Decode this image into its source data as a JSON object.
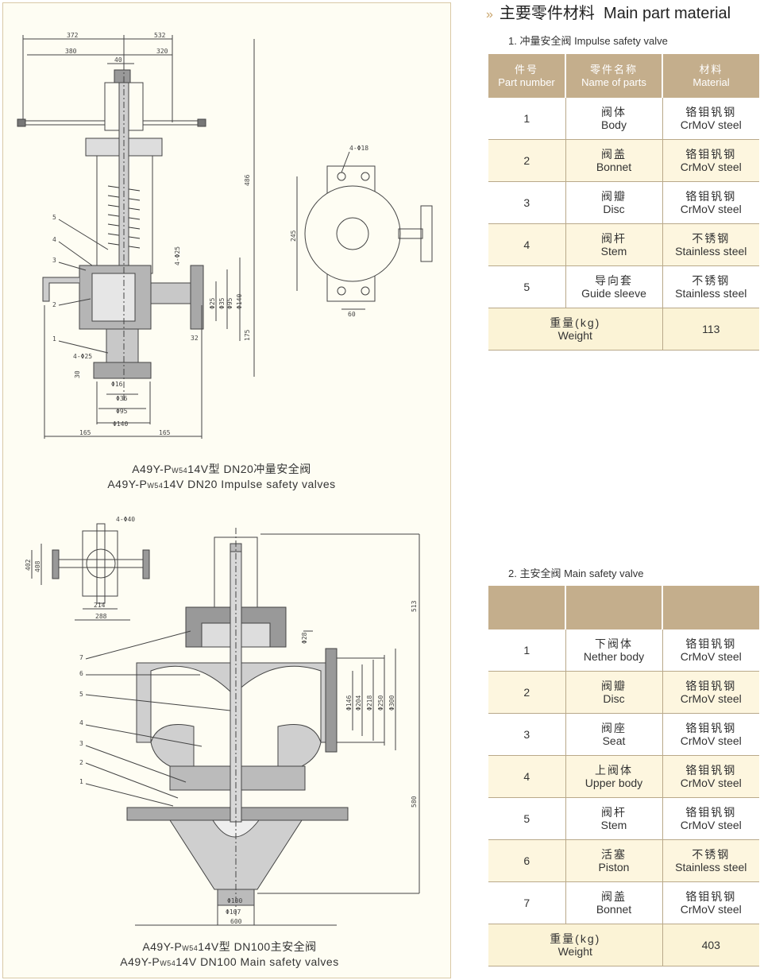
{
  "heading": {
    "zh": "主要零件材料",
    "en": "Main part material"
  },
  "impulse": {
    "subtitle": "1. 冲量安全阀  Impulse safety valve",
    "headers": {
      "number_zh": "件号",
      "number_en": "Part number",
      "name_zh": "零件名称",
      "name_en": "Name of parts",
      "material_zh": "材料",
      "material_en": "Material"
    },
    "rows": [
      {
        "no": "1",
        "name_zh": "阀体",
        "name_en": "Body",
        "mat_zh": "铬钼钒钢",
        "mat_en": "CrMoV steel"
      },
      {
        "no": "2",
        "name_zh": "阀盖",
        "name_en": "Bonnet",
        "mat_zh": "铬钼钒钢",
        "mat_en": "CrMoV steel"
      },
      {
        "no": "3",
        "name_zh": "阀瓣",
        "name_en": "Disc",
        "mat_zh": "铬钼钒钢",
        "mat_en": "CrMoV steel"
      },
      {
        "no": "4",
        "name_zh": "阀杆",
        "name_en": "Stem",
        "mat_zh": "不锈钢",
        "mat_en": "Stainless steel"
      },
      {
        "no": "5",
        "name_zh": "导向套",
        "name_en": "Guide sleeve",
        "mat_zh": "不锈钢",
        "mat_en": "Stainless steel"
      }
    ],
    "weight_zh": "重量(kg)",
    "weight_en": "Weight",
    "weight_value": "113"
  },
  "main": {
    "subtitle": "2. 主安全阀  Main safety valve",
    "rows": [
      {
        "no": "1",
        "name_zh": "下阀体",
        "name_en": "Nether body",
        "mat_zh": "铬钼钒钢",
        "mat_en": "CrMoV steel"
      },
      {
        "no": "2",
        "name_zh": "阀瓣",
        "name_en": "Disc",
        "mat_zh": "铬钼钒钢",
        "mat_en": "CrMoV steel"
      },
      {
        "no": "3",
        "name_zh": "阀座",
        "name_en": "Seat",
        "mat_zh": "铬钼钒钢",
        "mat_en": "CrMoV steel"
      },
      {
        "no": "4",
        "name_zh": "上阀体",
        "name_en": "Upper body",
        "mat_zh": "铬钼钒钢",
        "mat_en": "CrMoV steel"
      },
      {
        "no": "5",
        "name_zh": "阀杆",
        "name_en": "Stem",
        "mat_zh": "铬钼钒钢",
        "mat_en": "CrMoV steel"
      },
      {
        "no": "6",
        "name_zh": "活塞",
        "name_en": "Piston",
        "mat_zh": "不锈钢",
        "mat_en": "Stainless steel"
      },
      {
        "no": "7",
        "name_zh": "阀盖",
        "name_en": "Bonnet",
        "mat_zh": "铬钼钒钢",
        "mat_en": "CrMoV steel"
      }
    ],
    "weight_zh": "重量(kg)",
    "weight_en": "Weight",
    "weight_value": "403"
  },
  "caption1": {
    "line1_a": "A49Y-P",
    "line1_sub": "W54",
    "line1_b": "14V型  DN20冲量安全阀",
    "line2_a": "A49Y-P",
    "line2_sub": "W54",
    "line2_b": "14V  DN20 Impulse safety valves"
  },
  "caption2": {
    "line1_a": "A49Y-P",
    "line1_sub": "W54",
    "line1_b": "14V型  DN100主安全阀",
    "line2_a": "A49Y-P",
    "line2_sub": "W54",
    "line2_b": "14V  DN100 Main safety valves"
  },
  "drawing1_dims": {
    "d372": "372",
    "d532": "532",
    "d380": "380",
    "d320": "320",
    "d40": "40",
    "d486": "486",
    "d175": "175",
    "d245": "245",
    "d60": "60",
    "d4phi18": "4-Φ18",
    "d4phi25a": "4-Φ25",
    "d4phi25b": "4-Φ25",
    "d32": "32",
    "d30": "30",
    "dphi25": "Φ25",
    "dphi35": "Φ35",
    "dphi95": "Φ95",
    "dphi140": "Φ140",
    "dphi16": "Φ16",
    "dphi36": "Φ36",
    "dphi95b": "Φ95",
    "dphi140b": "Φ140",
    "d165a": "165",
    "d165b": "165",
    "labels": [
      "5",
      "4",
      "3",
      "2",
      "1"
    ]
  },
  "drawing2_dims": {
    "d4phi40": "4-Φ40",
    "d402": "402",
    "d408": "408",
    "d214": "214",
    "d288": "288",
    "d513": "513",
    "d580": "580",
    "dphi28": "Φ28",
    "dphi146": "Φ146",
    "dphi204": "Φ204",
    "dphi218": "Φ218",
    "dphi250": "Φ250",
    "dphi300": "Φ300",
    "dphi100": "Φ100",
    "dphi107": "Φ107",
    "d600": "600",
    "labels": [
      "7",
      "6",
      "5",
      "4",
      "3",
      "2",
      "1"
    ]
  }
}
